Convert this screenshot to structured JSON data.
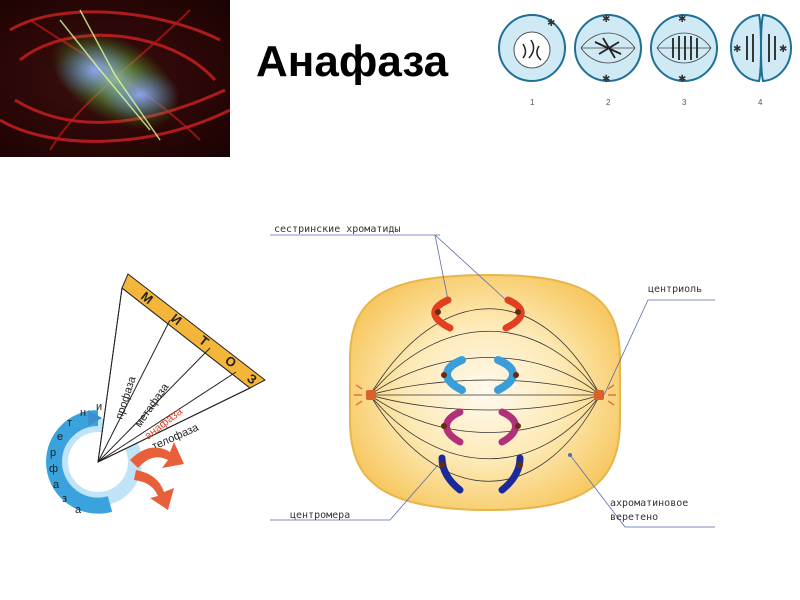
{
  "title": "Анафаза",
  "strip": {
    "numbers": [
      "1",
      "2",
      "3",
      "4"
    ]
  },
  "wheel": {
    "mitosis_letters": [
      "М",
      "И",
      "Т",
      "О",
      "З"
    ],
    "phases": [
      "профаза",
      "метафаза",
      "анафаза",
      "телофаза"
    ],
    "interphase_letters": [
      "и",
      "н",
      "т",
      "е",
      "р",
      "ф",
      "а",
      "з",
      "а"
    ],
    "highlight_color": "#e8452a"
  },
  "cell": {
    "labels": {
      "sister_chromatids": "сестринские хроматиды",
      "centriole": "центриоль",
      "centromere": "центромера",
      "spindle_line1": "ахроматиновое",
      "spindle_line2": "веретено"
    },
    "chromosome_colors": [
      "#e04020",
      "#3a9fd8",
      "#b0307a",
      "#1a2a9a"
    ]
  }
}
